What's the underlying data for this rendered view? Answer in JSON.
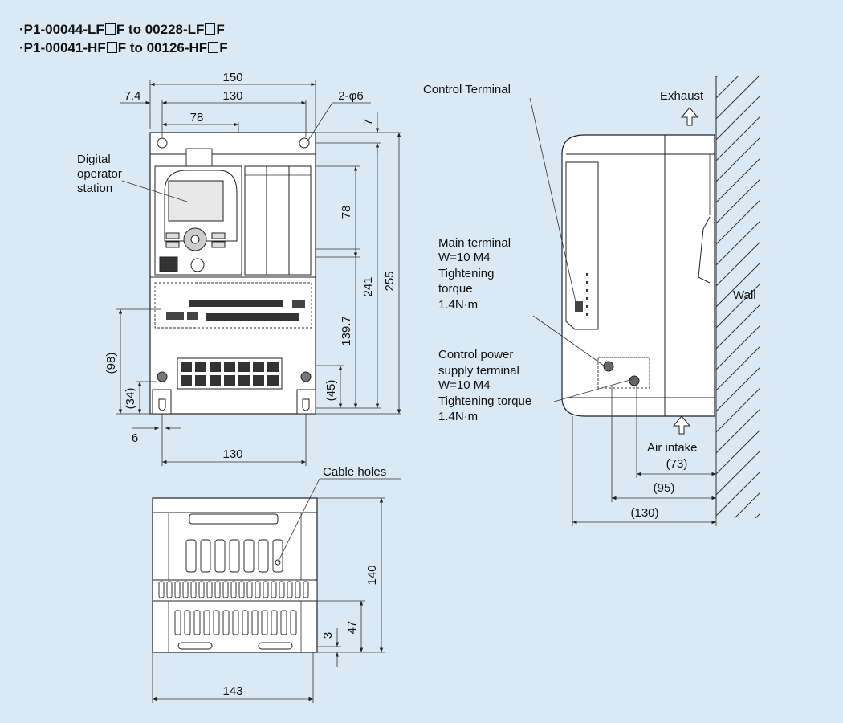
{
  "headings": [
    {
      "part1": "·P1-00044-LF",
      "part2": "F to 00228-LF",
      "part3": "F"
    },
    {
      "part1": "·P1-00041-HF",
      "part2": "F to 00126-HF",
      "part3": "F"
    }
  ],
  "front": {
    "dims": {
      "w150": "150",
      "w130": "130",
      "w74": "7.4",
      "w78": "78",
      "holes": "2-φ6",
      "h7": "7",
      "h78": "78",
      "h241": "241",
      "h255": "255",
      "h1397": "139.7",
      "h45": "(45)",
      "h98": "(98)",
      "h34": "(34)",
      "w6": "6",
      "w130b": "130"
    },
    "label_operator": [
      "Digital",
      "operator",
      "station"
    ]
  },
  "bottom": {
    "dims": {
      "h140": "140",
      "h47": "47",
      "h3": "3",
      "w143": "143"
    },
    "label_cable": "Cable holes"
  },
  "side": {
    "label_control_terminal": "Control Terminal",
    "label_exhaust": "Exhaust",
    "label_wall": "Wall",
    "label_main_terminal": [
      "Main terminal",
      "W=10 M4",
      "Tightening",
      "torque",
      "1.4N·m"
    ],
    "label_control_power": [
      "Control power",
      "supply terminal",
      "W=10 M4",
      "Tightening  torque",
      "1.4N·m"
    ],
    "label_air_intake": "Air intake",
    "dims": {
      "d73": "(73)",
      "d95": "(95)",
      "d130": "(130)"
    }
  }
}
